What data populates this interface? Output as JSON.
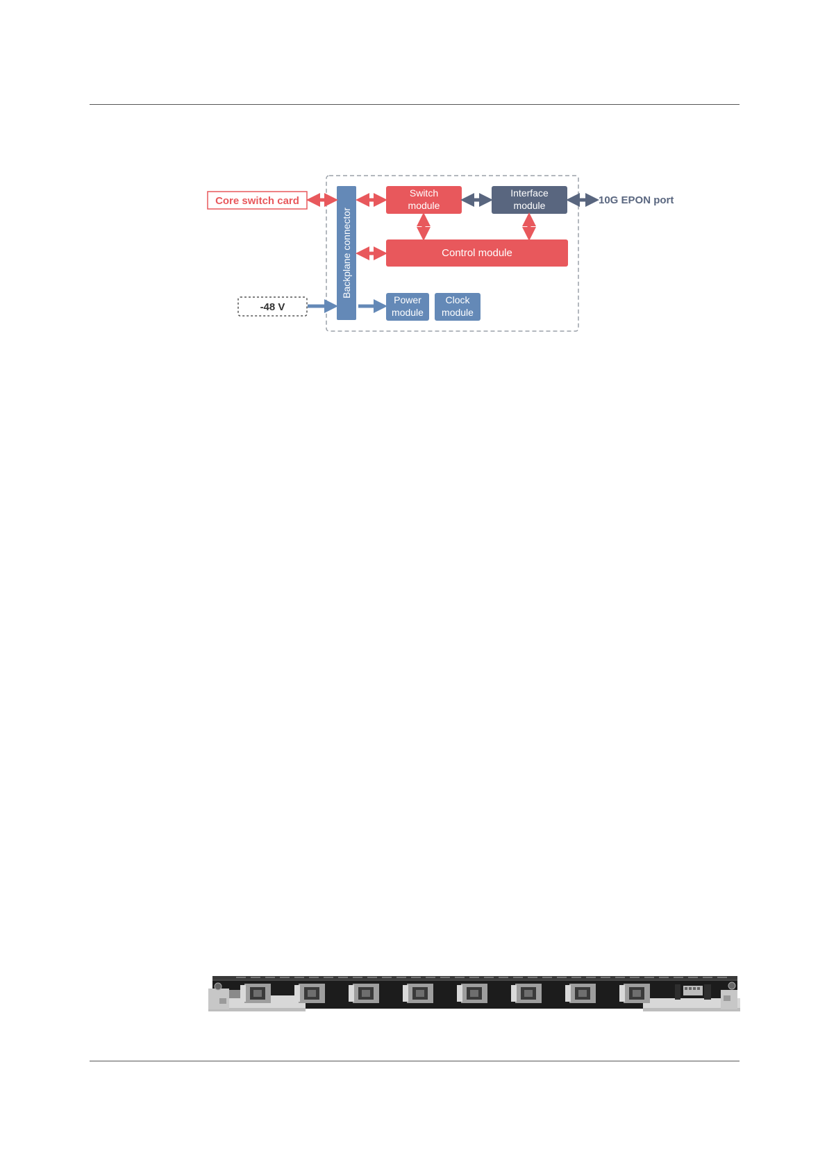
{
  "diagram": {
    "external_left_top": "Core switch card",
    "external_left_bottom": "-48 V",
    "external_right": "10G EPON port",
    "backplane": "Backplane connector",
    "switch_module": [
      "Switch",
      "module"
    ],
    "interface_module": [
      "Interface",
      "module"
    ],
    "control_module": "Control module",
    "power_module": [
      "Power",
      "module"
    ],
    "clock_module": [
      "Clock",
      "module"
    ]
  },
  "colors": {
    "red": "#e8585c",
    "blue": "#6489b7",
    "navy": "#59667f",
    "rule": "#555555"
  },
  "board": {
    "port_count": 8
  }
}
